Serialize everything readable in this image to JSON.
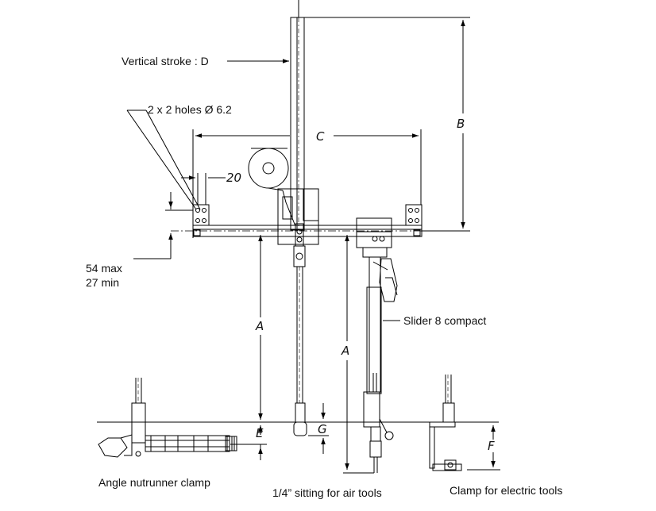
{
  "labels": {
    "vertical_stroke": "Vertical stroke : D",
    "holes": "2 x 2 holes Ø 6.2",
    "adjust_max": "54 max",
    "adjust_min": "27 min",
    "slider": "Slider 8 compact",
    "angle_clamp": "Angle nutrunner clamp",
    "air_tools": "1/4” sitting for air tools",
    "electric_clamp": "Clamp for electric tools"
  },
  "dimensions": {
    "a_left": "A",
    "a_right": "A",
    "b": "B",
    "c": "C",
    "twenty": "20",
    "e": "E",
    "f": "F",
    "g": "G"
  }
}
